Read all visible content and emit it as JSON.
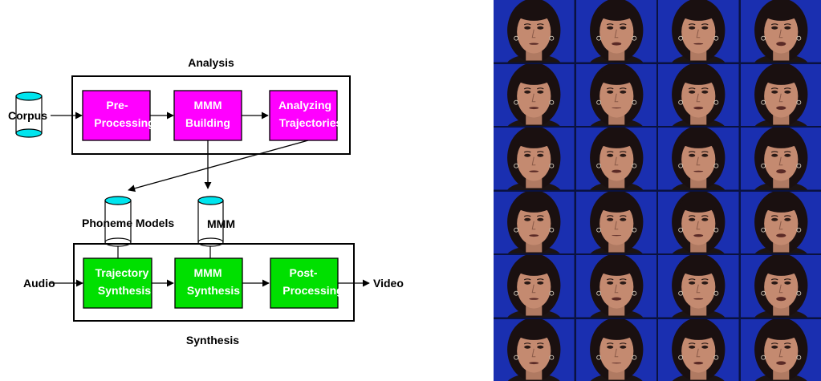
{
  "analysis": {
    "title": "Analysis",
    "input_label": "Corpus",
    "steps": [
      {
        "line1": "Pre-",
        "line2": "Processing"
      },
      {
        "line1": "MMM",
        "line2": "Building"
      },
      {
        "line1": "Analyzing",
        "line2": "Trajectories"
      }
    ],
    "box_color": "#ff00ff"
  },
  "models": {
    "phoneme_label": "Phoneme Models",
    "mmm_label": "MMM"
  },
  "synthesis": {
    "title": "Synthesis",
    "input_label": "Audio",
    "output_label": "Video",
    "steps": [
      {
        "line1": "Trajectory",
        "line2": "Synthesis"
      },
      {
        "line1": "MMM",
        "line2": "Synthesis"
      },
      {
        "line1": "Post-",
        "line2": "Processing"
      }
    ],
    "box_color": "#00e000"
  },
  "database_color": "#00e5ee",
  "frame_grid": {
    "rows": 6,
    "columns": 4,
    "background_color": "#1a2fb0"
  }
}
